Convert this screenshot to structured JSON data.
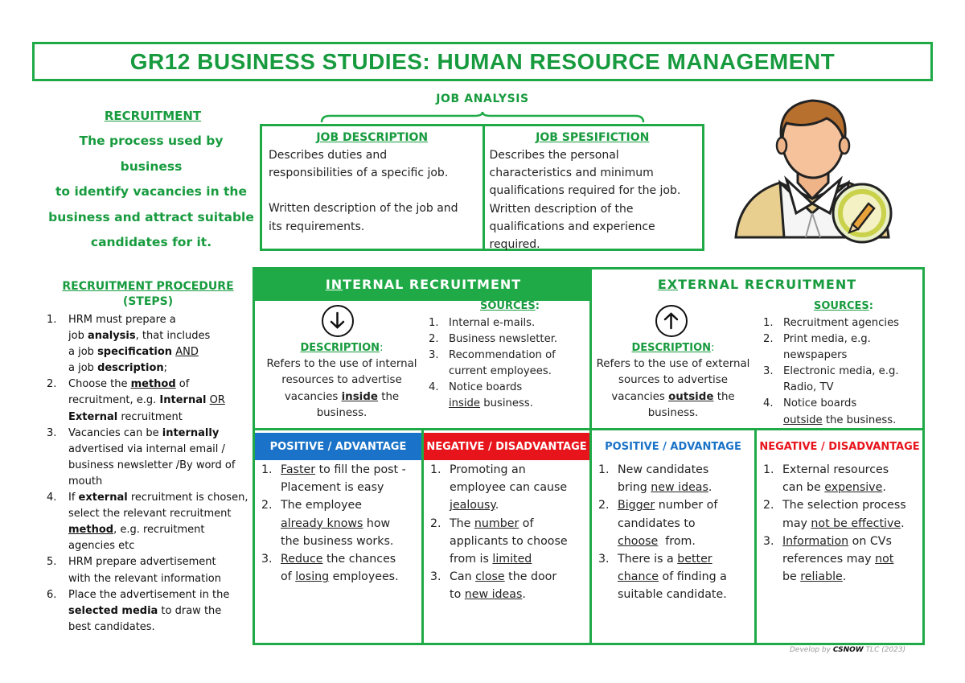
{
  "title": "GR12 BUSINESS STUDIES: HUMAN RESOURCE MANAGEMENT",
  "recruitment": {
    "heading": "RECRUITMENT",
    "lines": [
      "The process used by business",
      "to identify vacancies in the",
      "business and attract suitable",
      "candidates for it."
    ]
  },
  "job_analysis": {
    "label": "JOB ANALYSIS",
    "description": {
      "heading": "JOB DESCRIPTION",
      "lines": [
        "Describes duties and",
        "responsibilities of a specific job.",
        "",
        "Written description of the job and",
        "its requirements."
      ]
    },
    "specification": {
      "heading": "JOB SPESIFICTION",
      "lines": [
        "Describes the personal",
        "characteristics and minimum",
        "qualifications required for the job.",
        "Written description of the",
        "qualifications and experience",
        "required."
      ]
    }
  },
  "procedure": {
    "heading": "RECRUITMENT PROCEDURE",
    "subheading": "(STEPS)",
    "steps": [
      {
        "n": "1.",
        "html": "HRM must prepare a<br>job <b>analysis</b>, that includes<br>a job <b>specification</b> <u>AND</u><br>a job <b>description</b>;"
      },
      {
        "n": "2.",
        "html": "Choose the <b><u>method</u></b> of<br>recruitment, e.g. <b>Internal</b> <u>OR</u><br><b>External</b> recruitment"
      },
      {
        "n": "3.",
        "html": "Vacancies can be <b>internally</b><br>advertised via internal email /<br>business newsletter /By word of<br>mouth"
      },
      {
        "n": "4.",
        "html": "If <b>external</b> recruitment is chosen,<br>select the relevant recruitment<br><b><u>method</u></b>, e.g. recruitment<br>agencies etc"
      },
      {
        "n": "5.",
        "html": "HRM prepare advertisement<br>with the relevant information"
      },
      {
        "n": "6.",
        "html": "Place the advertisement in the<br><b>selected media</b> to draw the<br>best candidates."
      }
    ]
  },
  "internal": {
    "title_prefix": "IN",
    "title_rest": "TERNAL RECRUITMENT",
    "description_label": "DESCRIPTION",
    "description_html": "Refers to the use of internal<br>resources to advertise<br>vacancies <b><u>inside</u></b> the<br>business.",
    "sources_label": "SOURCES",
    "sources": [
      {
        "n": "1.",
        "html": "Internal e-mails."
      },
      {
        "n": "2.",
        "html": "Business newsletter."
      },
      {
        "n": "3.",
        "html": "Recommendation of<br>current employees."
      },
      {
        "n": "4.",
        "html": "Notice boards<br><u>inside</u> business."
      }
    ],
    "positive_label": "POSITIVE / ADVANTAGE",
    "positives": [
      {
        "n": "1.",
        "html": "<u>Faster</u> to fill the post -<br>Placement is easy"
      },
      {
        "n": "2.",
        "html": "The employee<br><u>already knows</u> how<br>the business works."
      },
      {
        "n": "3.",
        "html": "<u>Reduce</u> the chances<br>of <u>losing</u> employees."
      }
    ],
    "negative_label": "NEGATIVE / DISADVANTAGE",
    "negatives": [
      {
        "n": "1.",
        "html": "Promoting an<br>employee can cause<br><u>jealousy</u>."
      },
      {
        "n": "2.",
        "html": "The <u>number</u> of<br>applicants to choose<br>from is <u>limited</u>"
      },
      {
        "n": "3.",
        "html": "Can <u>close</u> the door<br>to <u>new ideas</u>."
      }
    ]
  },
  "external": {
    "title_prefix": "EX",
    "title_rest": "TERNAL RECRUITMENT",
    "description_label": "DESCRIPTION",
    "description_html": "Refers to the use of external<br>sources to advertise<br>vacancies <b><u>outside</u></b> the<br>business.",
    "sources_label": "SOURCES",
    "sources": [
      {
        "n": "1.",
        "html": "Recruitment agencies"
      },
      {
        "n": "2.",
        "html": "Print media, e.g.<br>newspapers"
      },
      {
        "n": "3.",
        "html": "Electronic media, e.g.<br>Radio, TV"
      },
      {
        "n": "4.",
        "html": "Notice boards<br><u>outside</u> the business."
      }
    ],
    "positive_label": "POSITIVE / ADVANTAGE",
    "positives": [
      {
        "n": "1.",
        "html": "New candidates<br>bring <u>new ideas</u>."
      },
      {
        "n": "2.",
        "html": "<u>Bigger</u> number of<br>candidates to<br><u>choose</u>&nbsp; from."
      },
      {
        "n": "3.",
        "html": "There is a <u>better</u><br><u>chance</u> of finding a<br>suitable candidate."
      }
    ],
    "negative_label": "NEGATIVE / DISADVANTAGE",
    "negatives": [
      {
        "n": "1.",
        "html": "External resources<br>can be <u>expensive</u>."
      },
      {
        "n": "2.",
        "html": "The selection process<br>may <u>not be effective</u>."
      },
      {
        "n": "3.",
        "html": "<u>Information</u> on CVs<br>references may <u>not</u><br>be <u>reliable</u>."
      }
    ]
  },
  "credit": {
    "prefix": "Develop by ",
    "author": "CSNOW",
    "suffix": " TLC (2023)"
  },
  "colors": {
    "green": "#1faa47",
    "dark_green": "#179b3e",
    "blue": "#1a73c8",
    "red": "#e8141b"
  },
  "icons": {
    "avatar": "businessman-with-pencil-icon",
    "internal": "arrow-down-circle-icon",
    "external": "arrow-up-circle-icon"
  }
}
